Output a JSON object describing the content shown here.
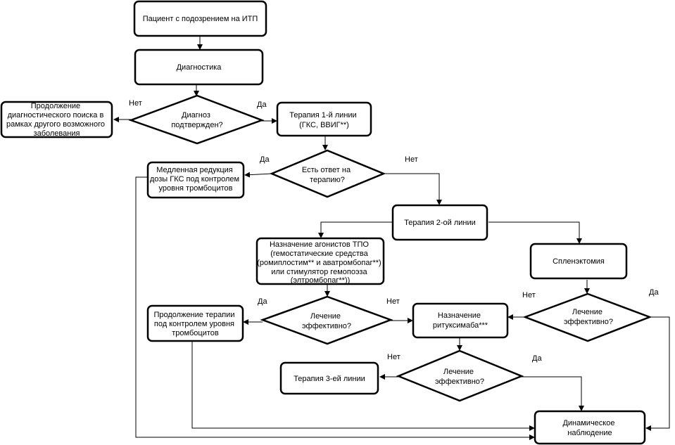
{
  "nodes": {
    "suspect": [
      "Пациент с подозрением на ИТП"
    ],
    "diag": [
      "Диагностика"
    ],
    "confirmed": [
      "Диагноз",
      "подтвержден?"
    ],
    "other": [
      "Продолжение",
      "диагностического поиска в",
      "рамках другого возможного",
      "заболевания"
    ],
    "line1": [
      "Терапия 1-й линии",
      "(ГКС, ВВИГ**)"
    ],
    "response": [
      "Есть ответ на",
      "терапию?"
    ],
    "slow": [
      "Медленная редукция",
      "дозы ГКС под контролем",
      "уровня тромбоцитов"
    ],
    "line2": [
      "Терапия 2-ой линии"
    ],
    "tpo": [
      "Назначение агонистов ТПО",
      "(гемостатические средства",
      "(ромиплостим** и аватромбопаг**)",
      "или стимулятор гемопоэза",
      "(элтромбопаг**))"
    ],
    "splen": [
      "Спленэктомия"
    ],
    "eff1": [
      "Лечение",
      "эффективно?"
    ],
    "eff2": [
      "Лечение",
      "эффективно?"
    ],
    "contin": [
      "Продолжение терапии",
      "под контролем уровня",
      "тромбоцитов"
    ],
    "ritux": [
      "Назначение",
      "ритуксимаба***"
    ],
    "eff3": [
      "Лечение",
      "эффективно?"
    ],
    "line3": [
      "Терапия 3-ей линии"
    ],
    "observe": [
      "Динамическое",
      "наблюдение"
    ]
  },
  "edge_labels": {
    "no_confirmed": "Нет",
    "yes_confirmed": "Да",
    "yes_response": "Да",
    "no_response": "Нет",
    "yes_eff1": "Да",
    "no_eff1": "Нет",
    "no_eff2": "Нет",
    "yes_eff2": "Да",
    "no_eff3": "Нет",
    "yes_eff3": "Да"
  }
}
